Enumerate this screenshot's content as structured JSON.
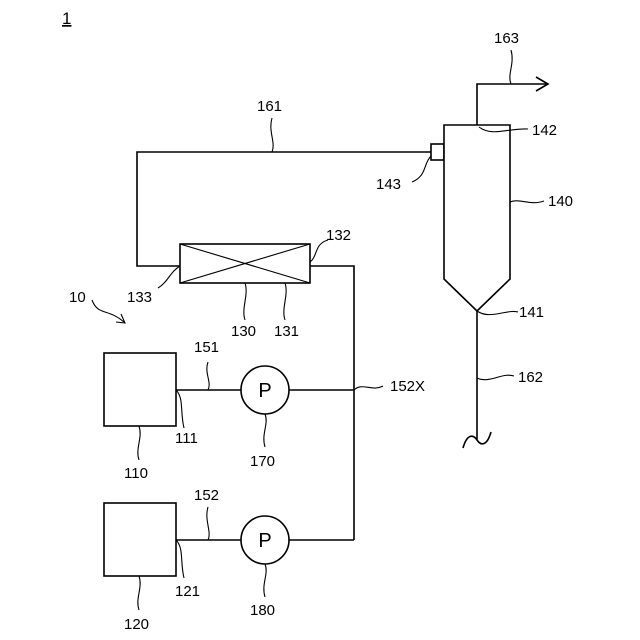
{
  "figure": {
    "label": "1"
  },
  "pump_letter": "P",
  "refs": {
    "r10": "10",
    "r110": "110",
    "r111": "111",
    "r120": "120",
    "r121": "121",
    "r130": "130",
    "r131": "131",
    "r132": "132",
    "r133": "133",
    "r140": "140",
    "r141": "141",
    "r142": "142",
    "r143": "143",
    "r151": "151",
    "r152": "152",
    "r152x": "152X",
    "r161": "161",
    "r162": "162",
    "r163": "163",
    "r170": "170",
    "r180": "180"
  }
}
